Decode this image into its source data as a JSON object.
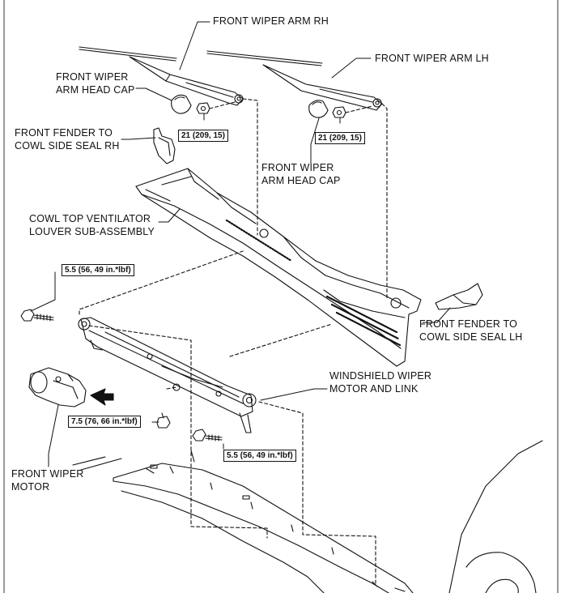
{
  "labels": {
    "arm_rh": "FRONT WIPER ARM RH",
    "arm_lh": "FRONT WIPER ARM LH",
    "cap_rh_1": "FRONT WIPER",
    "cap_rh_2": "ARM HEAD CAP",
    "cap_lh_1": "FRONT WIPER",
    "cap_lh_2": "ARM HEAD CAP",
    "seal_rh_1": "FRONT FENDER TO",
    "seal_rh_2": "COWL SIDE SEAL RH",
    "seal_lh_1": "FRONT FENDER TO",
    "seal_lh_2": "COWL SIDE SEAL LH",
    "louver_1": "COWL TOP VENTILATOR",
    "louver_2": "LOUVER SUB-ASSEMBLY",
    "motor_link_1": "WINDSHIELD WIPER",
    "motor_link_2": "MOTOR AND LINK",
    "motor_1": "FRONT WIPER",
    "motor_2": "MOTOR"
  },
  "torques": {
    "nut_rh": "21 (209, 15)",
    "nut_lh": "21 (209, 15)",
    "bolt_left": "5.5 (56, 49 in.*lbf)",
    "bolt_right": "5.5 (56, 49 in.*lbf)",
    "motor_bolt": "7.5 (76, 66 in.*lbf)"
  },
  "icons": [
    "bolt-icon",
    "nut-icon",
    "arrow-icon"
  ]
}
